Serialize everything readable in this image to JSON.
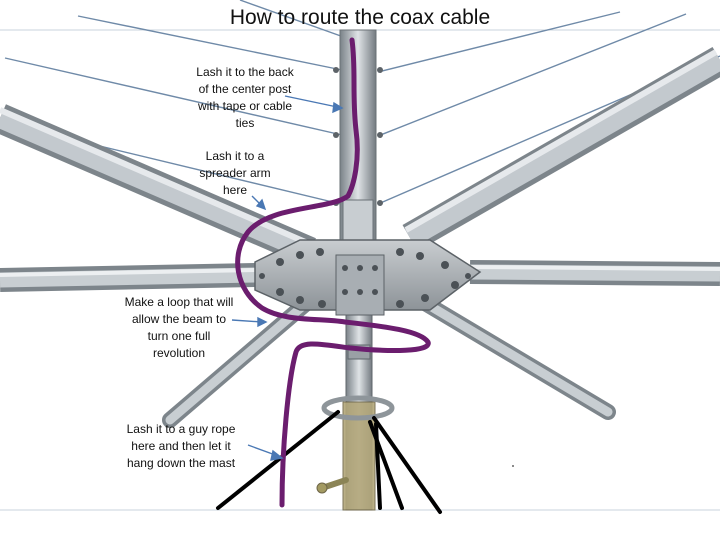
{
  "title": "How to route the coax cable",
  "annotations": [
    {
      "lines": [
        "Lash it to the back",
        "of the center post",
        "with tape or cable",
        "ties"
      ]
    },
    {
      "lines": [
        "Lash it to a",
        "spreader arm",
        "here"
      ]
    },
    {
      "lines": [
        "Make a loop that will",
        "allow the beam to",
        "turn one full",
        "revolution"
      ]
    },
    {
      "lines": [
        "Lash it to a guy rope",
        "here and then let it",
        "hang down the mast"
      ]
    }
  ],
  "colors": {
    "coax_cable": "#6b1d6e",
    "guy_rope": "#000000",
    "pointer_arrow": "#4a78b4",
    "metal": "#b9bfc4"
  }
}
